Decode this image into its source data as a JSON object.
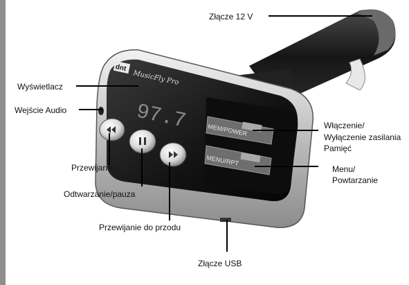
{
  "labels": {
    "connector_12v": "Złącze 12 V",
    "display": "Wyświetlacz",
    "audio_input": "Wejście Audio",
    "rewind": "Przewijanie",
    "play_pause": "Odtwarzanie/pauza",
    "fast_forward": "Przewijanie do przodu",
    "usb_connector": "Złącze USB",
    "power": [
      "Włączenie/",
      "Wyłączenie zasilania",
      "Pamięć"
    ],
    "menu": [
      "Menu/",
      "Powtarzanie"
    ]
  },
  "device": {
    "brand_logo": "dnt",
    "model_name": "MusicFly Pro",
    "display_value": "97.7",
    "button_mem_power": "MEM/POWER",
    "button_menu_rpt": "MENU/RPT"
  },
  "colors": {
    "body_silver": "#c9c9c9",
    "body_dark": "#1a1a1a",
    "display_text": "#8a8a8a",
    "strip": "#8f8f8f"
  },
  "icons": [
    "rewind-icon",
    "play-pause-icon",
    "fast-forward-icon"
  ]
}
